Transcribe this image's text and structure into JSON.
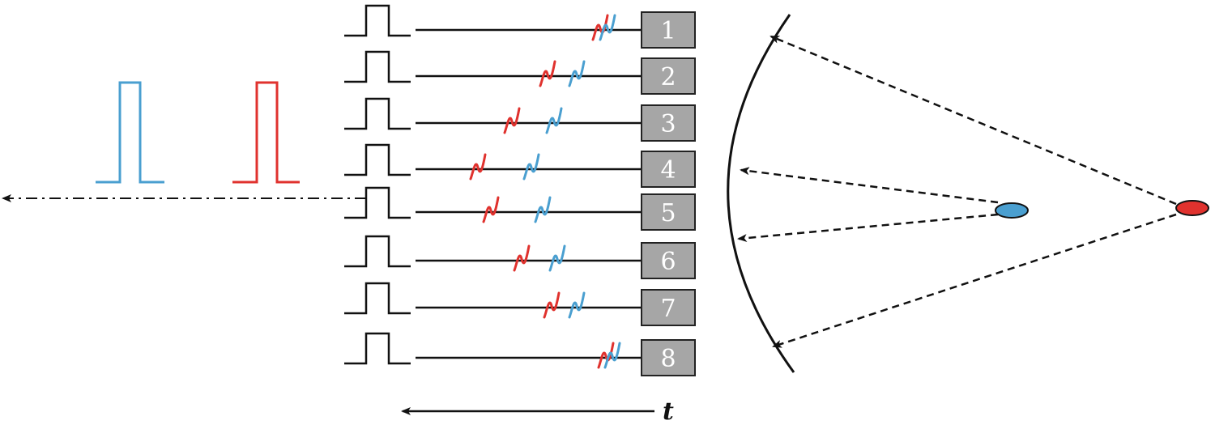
{
  "colors": {
    "blue": "#4a9fd0",
    "red": "#e0322e",
    "line": "#111111",
    "box_fill": "#a6a6a6",
    "box_stroke": "#222222"
  },
  "channels": [
    {
      "label": "1"
    },
    {
      "label": "2"
    },
    {
      "label": "3"
    },
    {
      "label": "4"
    },
    {
      "label": "5"
    },
    {
      "label": "6"
    },
    {
      "label": "7"
    },
    {
      "label": "8"
    }
  ],
  "time_axis": {
    "label": "t"
  }
}
